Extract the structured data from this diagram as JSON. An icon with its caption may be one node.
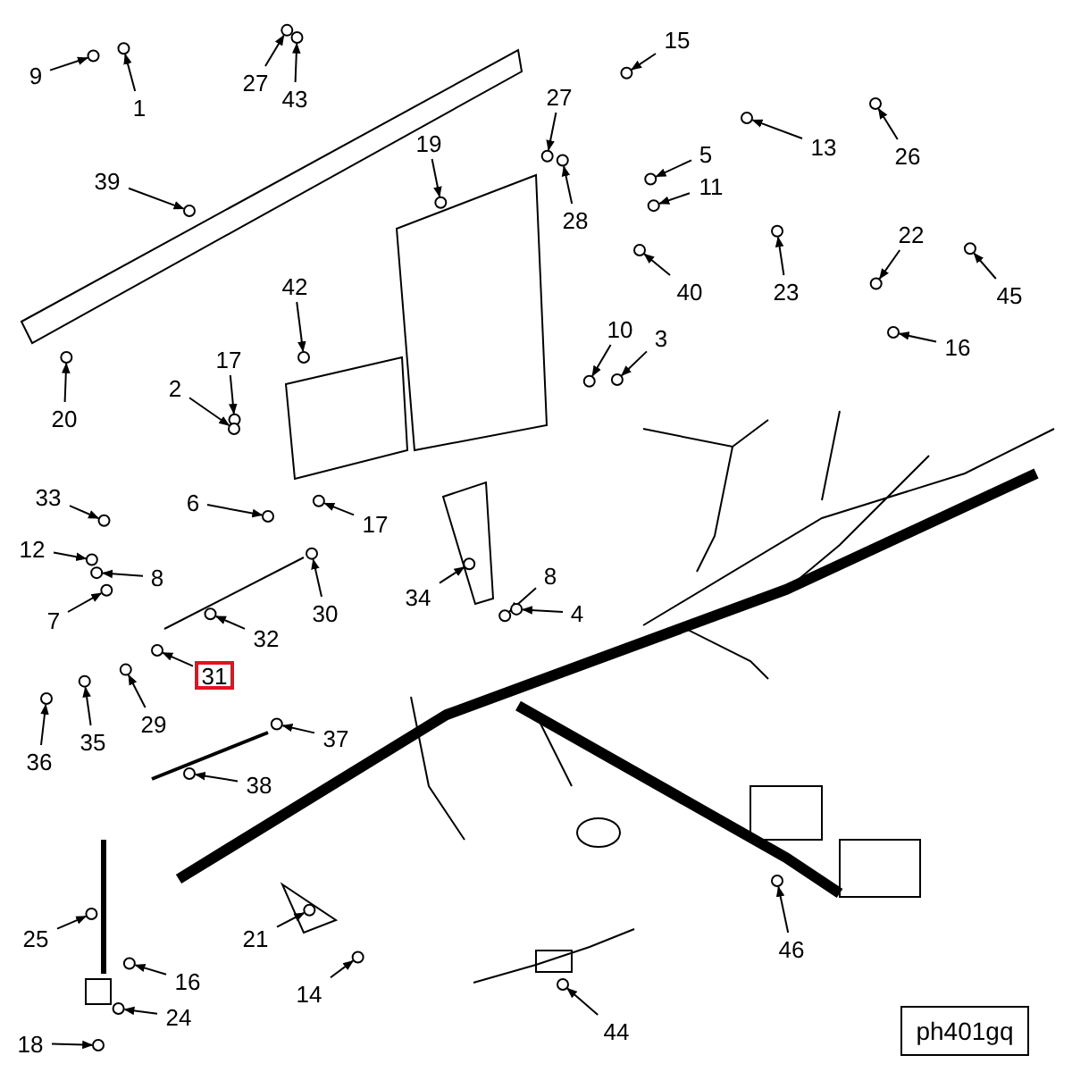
{
  "diagram": {
    "nodes": [
      {
        "text": [
          "9"
        ]
      },
      {
        "text": [
          "1"
        ]
      },
      {
        "text": [
          "27"
        ]
      },
      {
        "text": [
          "43"
        ]
      },
      {
        "text": [
          "15"
        ]
      },
      {
        "text": [
          "27"
        ]
      },
      {
        "text": [
          "13"
        ]
      },
      {
        "text": [
          "26"
        ]
      },
      {
        "text": [
          "19"
        ]
      },
      {
        "text": [
          "5"
        ]
      },
      {
        "text": [
          "11"
        ]
      },
      {
        "text": [
          "28"
        ]
      },
      {
        "text": [
          "39"
        ]
      },
      {
        "text": [
          "40"
        ]
      },
      {
        "text": [
          "23"
        ]
      },
      {
        "text": [
          "22"
        ]
      },
      {
        "text": [
          "45"
        ]
      },
      {
        "text": [
          "16"
        ]
      },
      {
        "text": [
          "42"
        ]
      },
      {
        "text": [
          "10"
        ]
      },
      {
        "text": [
          "3"
        ]
      },
      {
        "text": [
          "17"
        ]
      },
      {
        "text": [
          "2"
        ]
      },
      {
        "text": [
          "20"
        ]
      },
      {
        "text": [
          "6"
        ]
      },
      {
        "text": [
          "17"
        ]
      },
      {
        "text": [
          "33"
        ]
      },
      {
        "text": [
          "12"
        ]
      },
      {
        "text": [
          "8"
        ]
      },
      {
        "text": [
          "7"
        ]
      },
      {
        "text": [
          "30"
        ]
      },
      {
        "text": [
          "32"
        ]
      },
      {
        "text": [
          "31"
        ]
      },
      {
        "text": [
          "34"
        ]
      },
      {
        "text": [
          "8"
        ]
      },
      {
        "text": [
          "4"
        ]
      },
      {
        "text": [
          "36"
        ]
      },
      {
        "text": [
          "35"
        ]
      },
      {
        "text": [
          "29"
        ]
      },
      {
        "text": [
          "37"
        ]
      },
      {
        "text": [
          "38"
        ]
      },
      {
        "text": [
          "21"
        ]
      },
      {
        "text": [
          "25"
        ]
      },
      {
        "text": [
          "16"
        ]
      },
      {
        "text": [
          "14"
        ]
      },
      {
        "text": [
          "24"
        ]
      },
      {
        "text": [
          "18"
        ]
      },
      {
        "text": [
          "46"
        ]
      },
      {
        "text": [
          "44"
        ]
      },
      {
        "text": [
          "ph401gq"
        ]
      },
      {
        "text": [],
        "shape": "circle"
      },
      {
        "text": [],
        "shape": "circle"
      },
      {
        "text": [],
        "shape": "circle"
      },
      {
        "text": [],
        "shape": "circle"
      },
      {
        "text": [],
        "shape": "circle"
      },
      {
        "text": [],
        "shape": "circle"
      },
      {
        "text": [],
        "shape": "circle"
      },
      {
        "text": [],
        "shape": "circle"
      },
      {
        "text": [],
        "shape": "circle"
      },
      {
        "text": [],
        "shape": "circle"
      },
      {
        "text": [],
        "shape": "circle"
      },
      {
        "text": [],
        "shape": "circle"
      },
      {
        "text": [],
        "shape": "circle"
      },
      {
        "text": [],
        "shape": "circle"
      },
      {
        "text": [],
        "shape": "circle"
      },
      {
        "text": [],
        "shape": "circle"
      },
      {
        "text": [],
        "shape": "circle"
      },
      {
        "text": [],
        "shape": "circle"
      },
      {
        "text": [],
        "shape": "circle"
      },
      {
        "text": [],
        "shape": "circle"
      },
      {
        "text": [],
        "shape": "circle"
      },
      {
        "text": [],
        "shape": "circle"
      },
      {
        "text": [],
        "shape": "circle"
      },
      {
        "text": [],
        "shape": "circle"
      },
      {
        "text": [],
        "shape": "circle"
      },
      {
        "text": [],
        "shape": "circle"
      },
      {
        "text": [],
        "shape": "circle"
      },
      {
        "text": [],
        "shape": "circle"
      },
      {
        "text": [],
        "shape": "circle"
      },
      {
        "text": [],
        "shape": "circle"
      },
      {
        "text": [],
        "shape": "circle"
      },
      {
        "text": [],
        "shape": "circle"
      },
      {
        "text": [],
        "shape": "circle"
      },
      {
        "text": [],
        "shape": "circle"
      },
      {
        "text": [],
        "shape": "circle"
      },
      {
        "text": [],
        "shape": "circle"
      },
      {
        "text": [],
        "shape": "circle"
      },
      {
        "text": [],
        "shape": "circle"
      },
      {
        "text": [],
        "shape": "circle"
      },
      {
        "text": [],
        "shape": "circle"
      },
      {
        "text": [],
        "shape": "circle"
      },
      {
        "text": [],
        "shape": "circle"
      },
      {
        "text": [],
        "shape": "circle"
      },
      {
        "text": [],
        "shape": "circle"
      },
      {
        "text": [],
        "shape": "circle"
      },
      {
        "text": [],
        "shape": "circle"
      },
      {
        "text": [],
        "shape": "circle"
      },
      {
        "text": [],
        "shape": "circle"
      },
      {
        "text": [],
        "shape": "circle"
      }
    ],
    "edges": [
      {
        "from": 0,
        "to": 50,
        "arrow": "to"
      },
      {
        "from": 1,
        "to": 51,
        "arrow": "to"
      },
      {
        "from": 2,
        "to": 52,
        "arrow": "to"
      },
      {
        "from": 3,
        "to": 53,
        "arrow": "to"
      },
      {
        "from": 4,
        "to": 54,
        "arrow": "to"
      },
      {
        "from": 5,
        "to": 55,
        "arrow": "to"
      },
      {
        "from": 6,
        "to": 56,
        "arrow": "to"
      },
      {
        "from": 7,
        "to": 57,
        "arrow": "to"
      },
      {
        "from": 8,
        "to": 58,
        "arrow": "to"
      },
      {
        "from": 9,
        "to": 59,
        "arrow": "to"
      },
      {
        "from": 10,
        "to": 60,
        "arrow": "to"
      },
      {
        "from": 11,
        "to": 61,
        "arrow": "to"
      },
      {
        "from": 12,
        "to": 62,
        "arrow": "to"
      },
      {
        "from": 13,
        "to": 63,
        "arrow": "to"
      },
      {
        "from": 14,
        "to": 64,
        "arrow": "to"
      },
      {
        "from": 15,
        "to": 65,
        "arrow": "to"
      },
      {
        "from": 16,
        "to": 66,
        "arrow": "to"
      },
      {
        "from": 17,
        "to": 67,
        "arrow": "to"
      },
      {
        "from": 18,
        "to": 68,
        "arrow": "to"
      },
      {
        "from": 19,
        "to": 69,
        "arrow": "to"
      },
      {
        "from": 20,
        "to": 70,
        "arrow": "to"
      },
      {
        "from": 21,
        "to": 71,
        "arrow": "to"
      },
      {
        "from": 22,
        "to": 72,
        "arrow": "to"
      },
      {
        "from": 23,
        "to": 73,
        "arrow": "to"
      },
      {
        "from": 24,
        "to": 74,
        "arrow": "to"
      },
      {
        "from": 25,
        "to": 75,
        "arrow": "to"
      },
      {
        "from": 26,
        "to": 76,
        "arrow": "to"
      },
      {
        "from": 27,
        "to": 77,
        "arrow": "to"
      },
      {
        "from": 28,
        "to": 78,
        "arrow": "to"
      },
      {
        "from": 29,
        "to": 79,
        "arrow": "to"
      },
      {
        "from": 30,
        "to": 80,
        "arrow": "to"
      },
      {
        "from": 31,
        "to": 81,
        "arrow": "to"
      },
      {
        "from": 32,
        "to": 82,
        "arrow": "to"
      },
      {
        "from": 33,
        "to": 83,
        "arrow": "to"
      },
      {
        "from": 34,
        "to": 84,
        "arrow": "to"
      },
      {
        "from": 35,
        "to": 85,
        "arrow": "to"
      },
      {
        "from": 36,
        "to": 86,
        "arrow": "to"
      },
      {
        "from": 37,
        "to": 87,
        "arrow": "to"
      },
      {
        "from": 38,
        "to": 88,
        "arrow": "to"
      },
      {
        "from": 39,
        "to": 89,
        "arrow": "to"
      },
      {
        "from": 40,
        "to": 90,
        "arrow": "to"
      },
      {
        "from": 41,
        "to": 91,
        "arrow": "to"
      },
      {
        "from": 42,
        "to": 92,
        "arrow": "to"
      },
      {
        "from": 43,
        "to": 93,
        "arrow": "to"
      },
      {
        "from": 44,
        "to": 94,
        "arrow": "to"
      },
      {
        "from": 45,
        "to": 95,
        "arrow": "to"
      },
      {
        "from": 46,
        "to": 96,
        "arrow": "to"
      },
      {
        "from": 47,
        "to": 97,
        "arrow": "to"
      },
      {
        "from": 48,
        "to": 98,
        "arrow": "to"
      }
    ]
  }
}
